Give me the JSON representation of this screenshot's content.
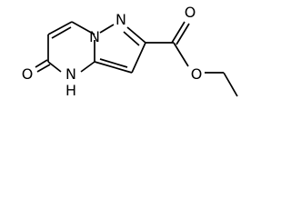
{
  "atoms": {
    "n_bridge": "N",
    "n_top": "N",
    "nh": "N",
    "h": "H",
    "o_ketone": "O",
    "o_carbonyl": "O",
    "o_ester": "O"
  }
}
